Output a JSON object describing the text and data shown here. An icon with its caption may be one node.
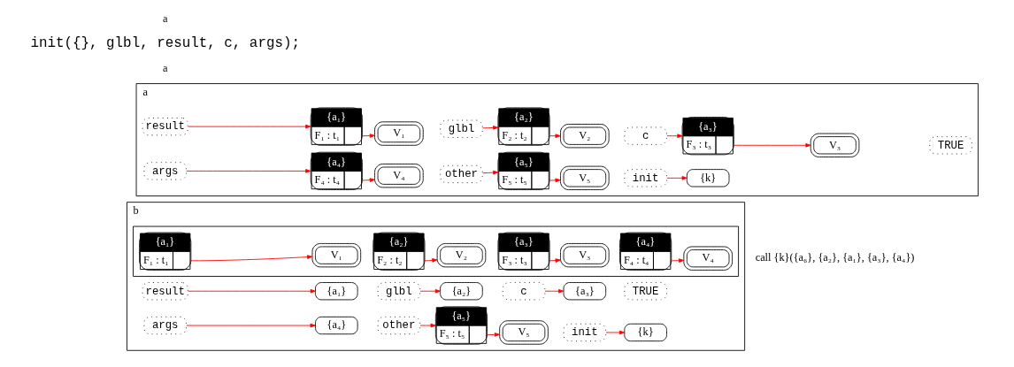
{
  "diagram": {
    "nodes": [
      {
        "text": [
          "a"
        ]
      },
      {
        "text": [
          "result"
        ],
        "in": 0
      },
      {
        "text": [
          "{a₁}",
          "F₁ : t₁"
        ],
        "in": 0
      },
      {
        "text": [
          "V₁"
        ],
        "in": 0
      },
      {
        "text": [
          "glbl"
        ],
        "in": 0
      },
      {
        "text": [
          "{a₂}",
          "F₂ : t₂"
        ],
        "in": 0
      },
      {
        "text": [
          "V₂"
        ],
        "in": 0
      },
      {
        "text": [
          "c"
        ],
        "in": 0
      },
      {
        "text": [
          "{a₃}",
          "F₃ : t₃"
        ],
        "in": 0
      },
      {
        "text": [
          "V₃"
        ],
        "in": 0
      },
      {
        "text": [
          "TRUE"
        ],
        "in": 0
      },
      {
        "text": [
          "args"
        ],
        "in": 0
      },
      {
        "text": [
          "{a₄}",
          "F₄ : t₄"
        ],
        "in": 0
      },
      {
        "text": [
          "V₄"
        ],
        "in": 0
      },
      {
        "text": [
          "other"
        ],
        "in": 0
      },
      {
        "text": [
          "{a₅}",
          "F₅ : t₅"
        ],
        "in": 0
      },
      {
        "text": [
          "V₅"
        ],
        "in": 0
      },
      {
        "text": [
          "init"
        ],
        "in": 0
      },
      {
        "text": [
          "{k}"
        ],
        "in": 0
      },
      {
        "text": [
          "b"
        ]
      },
      {
        "text": [],
        "shape": "box",
        "in": 19
      },
      {
        "text": [
          "{a₁}",
          "F₁ : t₁"
        ],
        "in": 20
      },
      {
        "text": [
          "V₁"
        ],
        "in": 20
      },
      {
        "text": [
          "{a₂}",
          "F₂ : t₂"
        ],
        "in": 20
      },
      {
        "text": [
          "V₂"
        ],
        "in": 20
      },
      {
        "text": [
          "{a₃}",
          "F₃ : t₃"
        ],
        "in": 20
      },
      {
        "text": [
          "V₃"
        ],
        "in": 20
      },
      {
        "text": [
          "{a₄}",
          "F₄ : t₄"
        ],
        "in": 20
      },
      {
        "text": [
          "V₄"
        ],
        "in": 20
      },
      {
        "text": [
          "result"
        ],
        "in": 19
      },
      {
        "text": [
          "{a₁}"
        ],
        "in": 19
      },
      {
        "text": [
          "glbl"
        ],
        "in": 19
      },
      {
        "text": [
          "{a₂}"
        ],
        "in": 19
      },
      {
        "text": [
          "c"
        ],
        "in": 19
      },
      {
        "text": [
          "{a₃}"
        ],
        "in": 19
      },
      {
        "text": [
          "TRUE"
        ],
        "in": 19
      },
      {
        "text": [
          "args"
        ],
        "in": 19
      },
      {
        "text": [
          "{a₄}"
        ],
        "in": 19
      },
      {
        "text": [
          "other"
        ],
        "in": 19
      },
      {
        "text": [
          "{a₅}",
          "F₅ : t₅"
        ],
        "in": 19
      },
      {
        "text": [
          "V₅"
        ],
        "in": 19
      },
      {
        "text": [
          "init"
        ],
        "in": 19
      },
      {
        "text": [
          "{k}"
        ],
        "in": 19
      }
    ],
    "edges": [
      {
        "from": 1,
        "to": 2,
        "arrow": "to"
      },
      {
        "from": 2,
        "to": 3,
        "arrow": "to"
      },
      {
        "from": 4,
        "to": 5,
        "arrow": "to"
      },
      {
        "from": 5,
        "to": 6,
        "arrow": "to"
      },
      {
        "from": 7,
        "to": 8,
        "arrow": "to"
      },
      {
        "from": 8,
        "to": 9,
        "arrow": "to"
      },
      {
        "from": 11,
        "to": 12,
        "arrow": "to"
      },
      {
        "from": 12,
        "to": 13,
        "arrow": "to"
      },
      {
        "from": 14,
        "to": 15,
        "arrow": "to"
      },
      {
        "from": 15,
        "to": 16,
        "arrow": "to"
      },
      {
        "from": 17,
        "to": 18,
        "arrow": "to"
      },
      {
        "from": 21,
        "to": 22,
        "arrow": "to"
      },
      {
        "from": 23,
        "to": 24,
        "arrow": "to"
      },
      {
        "from": 25,
        "to": 26,
        "arrow": "to"
      },
      {
        "from": 27,
        "to": 28,
        "arrow": "to"
      },
      {
        "from": 29,
        "to": 30,
        "arrow": "to"
      },
      {
        "from": 31,
        "to": 32,
        "arrow": "to"
      },
      {
        "from": 33,
        "to": 34,
        "arrow": "to"
      },
      {
        "from": 36,
        "to": 37,
        "arrow": "to"
      },
      {
        "from": 38,
        "to": 39,
        "arrow": "to"
      },
      {
        "from": 39,
        "to": 40,
        "arrow": "to"
      },
      {
        "from": 41,
        "to": 42,
        "arrow": "to"
      }
    ],
    "labels": [
      "a",
      "init({}, glbl, result, c, args);",
      "call {k}({a₆}, {a₂}, {a₁}, {a₃}, {a₄})",
      "a"
    ]
  }
}
